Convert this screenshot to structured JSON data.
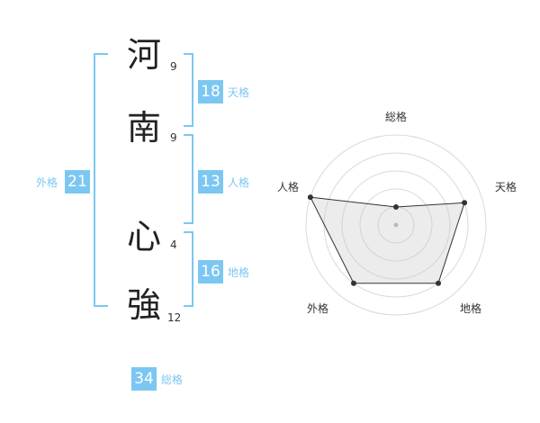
{
  "name_chars": [
    {
      "char": "河",
      "strokes": "9"
    },
    {
      "char": "南",
      "strokes": "9"
    },
    {
      "char": "心",
      "strokes": "4"
    },
    {
      "char": "強",
      "strokes": "12"
    }
  ],
  "fortunes": {
    "ten": {
      "value": "18",
      "label": "天格"
    },
    "jin": {
      "value": "13",
      "label": "人格"
    },
    "chi": {
      "value": "16",
      "label": "地格"
    },
    "gai": {
      "value": "21",
      "label": "外格"
    },
    "so": {
      "value": "34",
      "label": "総格"
    }
  },
  "accent_color": "#7cc7f2",
  "radar": {
    "axes": [
      "総格",
      "天格",
      "地格",
      "外格",
      "人格"
    ],
    "levels": 5,
    "values": [
      1,
      4,
      4,
      4,
      5
    ]
  }
}
